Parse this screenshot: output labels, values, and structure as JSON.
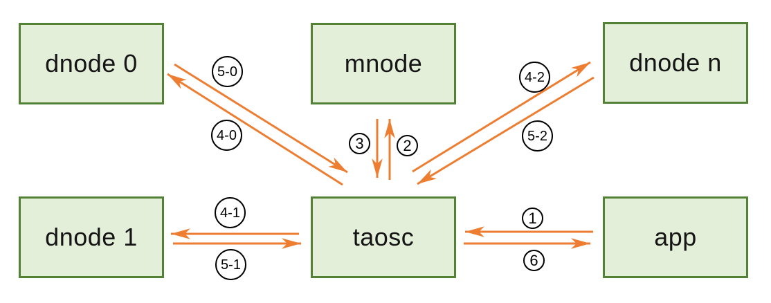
{
  "diagram": {
    "nodes": [
      {
        "id": "dnode0",
        "label": "dnode 0"
      },
      {
        "id": "mnode",
        "label": "mnode"
      },
      {
        "id": "dnoden",
        "label": "dnode n"
      },
      {
        "id": "dnode1",
        "label": "dnode 1"
      },
      {
        "id": "taosc",
        "label": "taosc"
      },
      {
        "id": "app",
        "label": "app"
      }
    ],
    "edges": [
      {
        "label": "1",
        "from": "app",
        "to": "taosc"
      },
      {
        "label": "2",
        "from": "taosc",
        "to": "mnode"
      },
      {
        "label": "3",
        "from": "mnode",
        "to": "taosc"
      },
      {
        "label": "4-0",
        "from": "taosc",
        "to": "dnode 0"
      },
      {
        "label": "5-0",
        "from": "dnode 0",
        "to": "taosc"
      },
      {
        "label": "4-1",
        "from": "taosc",
        "to": "dnode 1"
      },
      {
        "label": "5-1",
        "from": "dnode 1",
        "to": "taosc"
      },
      {
        "label": "4-2",
        "from": "taosc",
        "to": "dnode n"
      },
      {
        "label": "5-2",
        "from": "dnode n",
        "to": "taosc"
      },
      {
        "label": "6",
        "from": "taosc",
        "to": "app"
      }
    ],
    "colors": {
      "node_fill": "#e3efd9",
      "node_border": "#538135",
      "arrow": "#ed7d31",
      "badge_border": "#000000",
      "text": "#000000",
      "background": "#ffffff"
    }
  }
}
